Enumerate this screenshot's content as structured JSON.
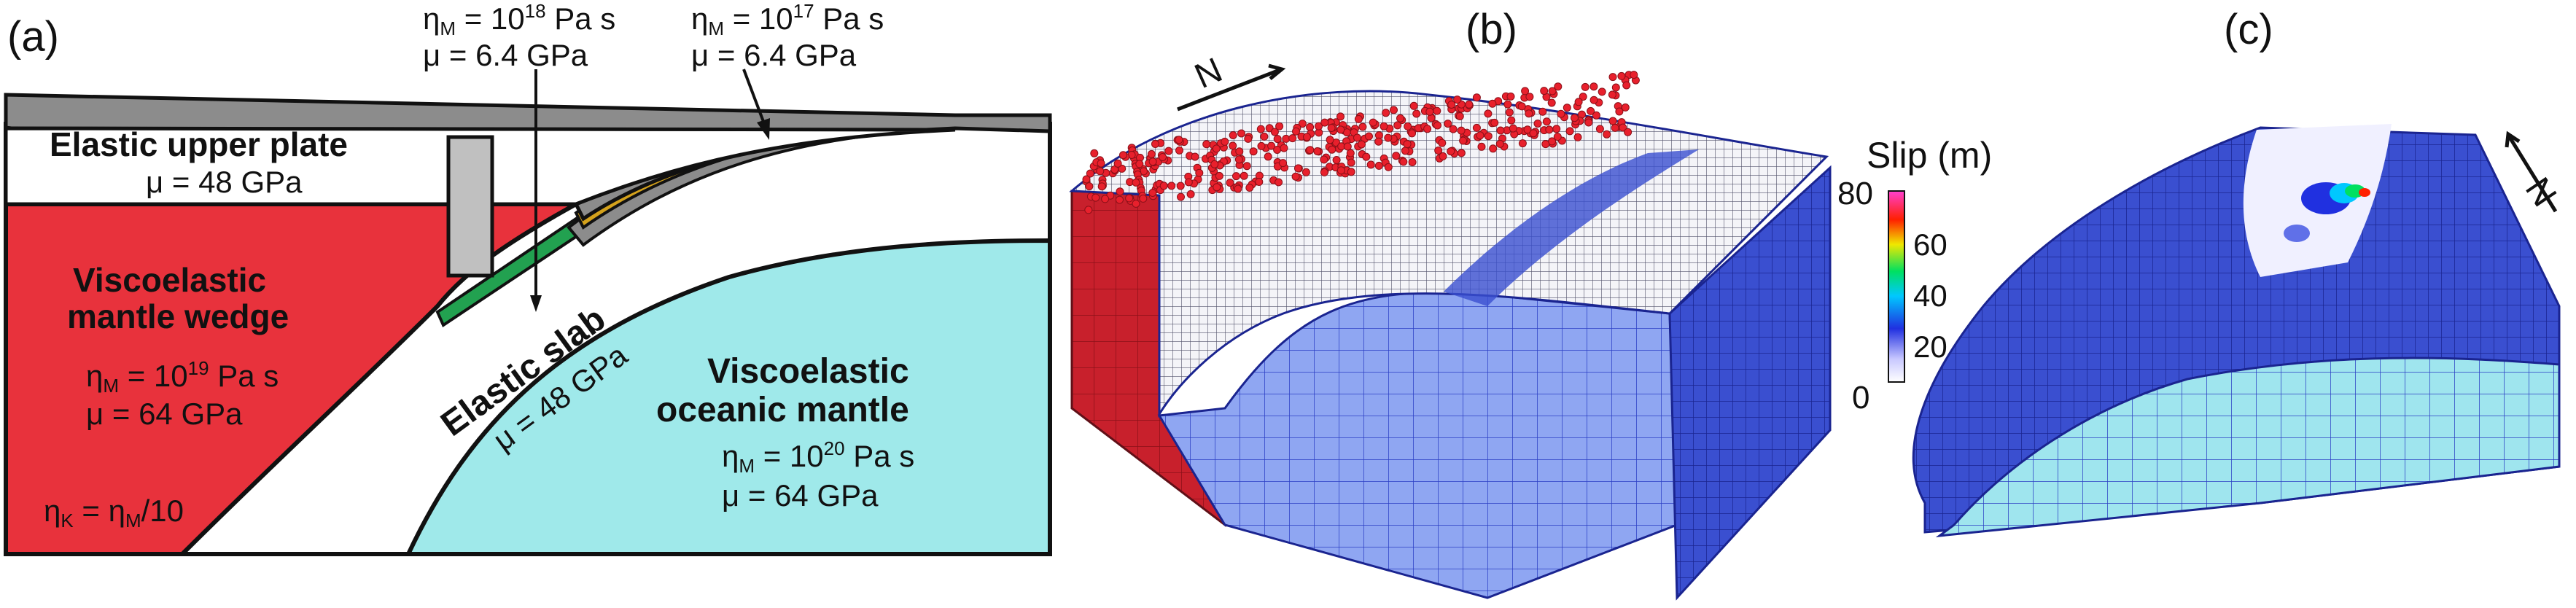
{
  "panels": {
    "a": {
      "tag": "(a)",
      "callout_weak": {
        "eta": "η",
        "eta_sub": "M",
        "eta_rest": " = 10",
        "eta_exp": "18",
        "eta_unit": " Pa s",
        "mu": "μ = 6.4 GPa"
      },
      "callout_weaker": {
        "eta": "η",
        "eta_sub": "M",
        "eta_rest": " = 10",
        "eta_exp": "17",
        "eta_unit": " Pa s",
        "mu": "μ = 6.4 GPa"
      },
      "upper_plate": {
        "title": "Elastic upper plate",
        "mu": "μ = 48 GPa"
      },
      "mantle_wedge": {
        "title1": "Viscoelastic",
        "title2": "mantle wedge",
        "eta": "η",
        "eta_sub": "M",
        "eta_rest": " = 10",
        "eta_exp": "19",
        "eta_unit": " Pa s",
        "mu": "μ = 64 GPa",
        "kelvin": {
          "k": "η",
          "k_sub": "K",
          "mid": " = η",
          "m_sub": "M",
          "tail": "/10"
        }
      },
      "slab": {
        "title": "Elastic slab",
        "mu": "μ = 48 GPa"
      },
      "oceanic_mantle": {
        "title1": "Viscoelastic",
        "title2": "oceanic mantle",
        "eta": "η",
        "eta_sub": "M",
        "eta_rest": " = 10",
        "eta_exp": "20",
        "eta_unit": " Pa s",
        "mu": "μ = 64 GPa"
      }
    },
    "b": {
      "tag": "(b)",
      "north": "N"
    },
    "c": {
      "tag": "(c)",
      "north": "N"
    },
    "colorbar": {
      "title": "Slip (m)",
      "ticks": [
        "80",
        "60",
        "40",
        "20",
        "0"
      ]
    }
  },
  "colors": {
    "mantle_wedge": "#e8323c",
    "oceanic_mantle": "#9fe9ea",
    "weak_zone_green": "#22a150",
    "weak_zone_gold": "#d4a21c",
    "gray": "#8c8c8c",
    "mesh_blue": "#2b3fc4",
    "mesh_light": "#8fa6f2"
  }
}
